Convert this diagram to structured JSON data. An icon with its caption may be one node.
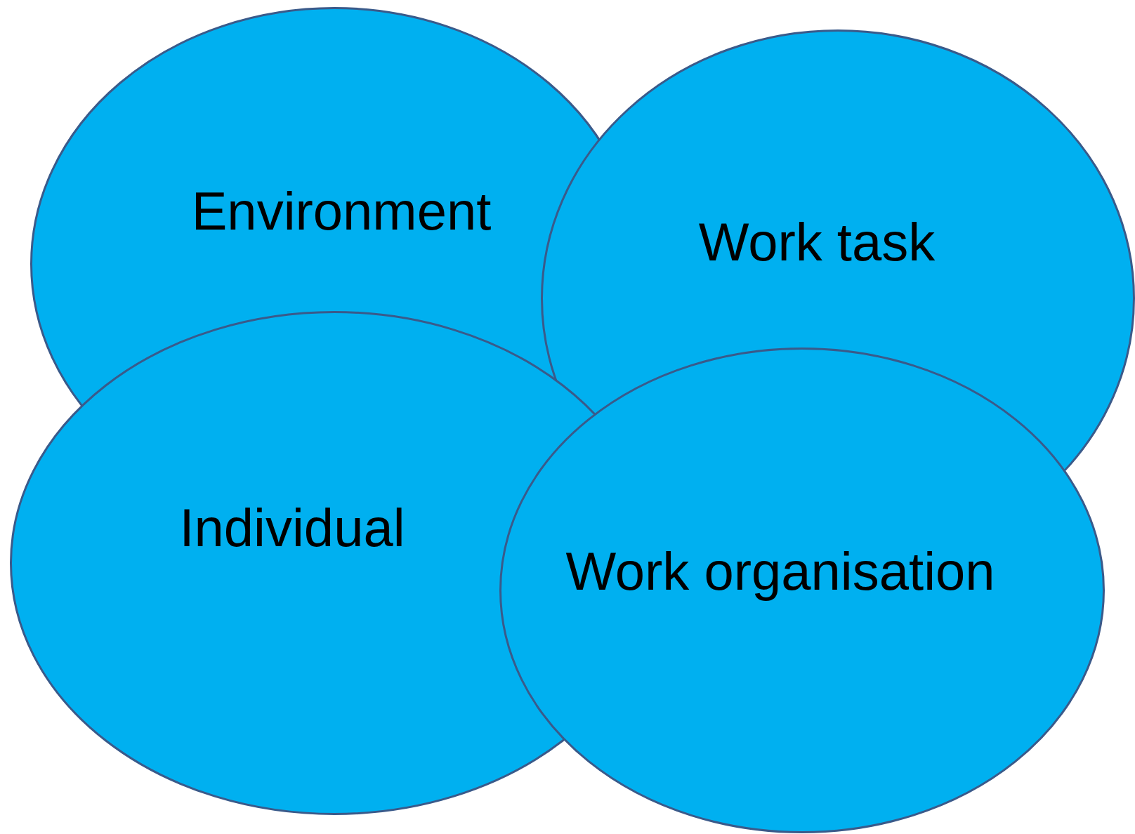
{
  "diagram": {
    "nodes": [
      {
        "text": [
          "Environment"
        ]
      },
      {
        "text": [
          "Work task"
        ]
      },
      {
        "text": [
          "Individual"
        ]
      },
      {
        "text": [
          "Work organisation"
        ]
      }
    ]
  }
}
